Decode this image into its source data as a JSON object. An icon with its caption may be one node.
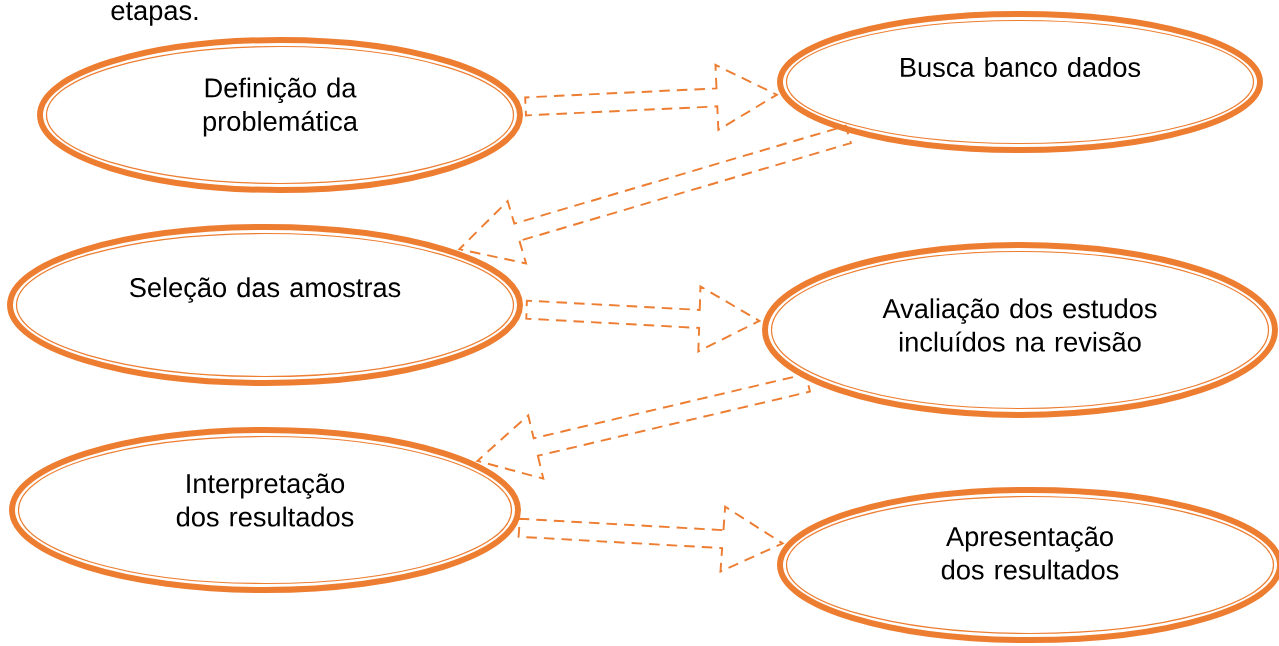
{
  "diagram": {
    "nodes": [
      {
        "text": [
          "Definição da problemática"
        ]
      },
      {
        "text": [
          "Busca banco dados"
        ]
      },
      {
        "text": [
          "Seleção das amostras"
        ]
      },
      {
        "text": [
          "Avaliação dos estudos incluídos na revisão"
        ]
      },
      {
        "text": [
          "Interpretação dos resultados"
        ]
      },
      {
        "text": [
          "Apresentação dos resultados"
        ]
      }
    ],
    "edges": [
      {
        "from": 0,
        "to": 1,
        "arrow": "to",
        "style": "dashed"
      },
      {
        "from": 1,
        "to": 2,
        "arrow": "to",
        "style": "dashed"
      },
      {
        "from": 2,
        "to": 3,
        "arrow": "to",
        "style": "dashed"
      },
      {
        "from": 3,
        "to": 4,
        "arrow": "to",
        "style": "dashed"
      },
      {
        "from": 4,
        "to": 5,
        "arrow": "to",
        "style": "dashed"
      }
    ],
    "labels": [
      "etapas."
    ]
  }
}
